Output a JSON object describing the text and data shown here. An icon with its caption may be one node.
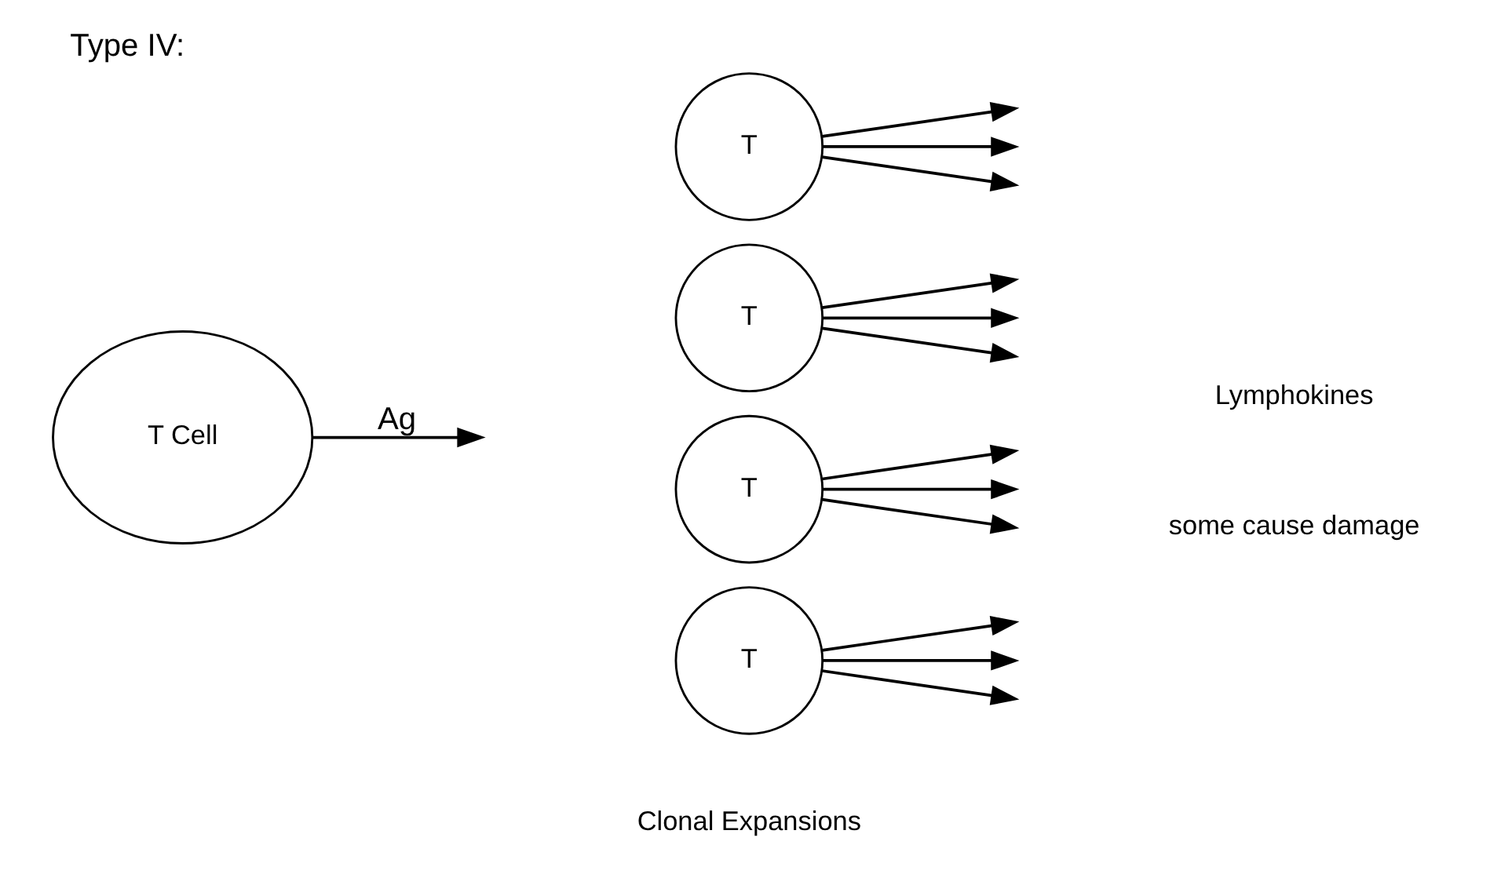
{
  "diagram": {
    "title": "Type IV:",
    "nodes": [
      {
        "text": [
          "T Cell"
        ]
      },
      {
        "text": [
          "T"
        ]
      },
      {
        "text": [
          "T"
        ]
      },
      {
        "text": [
          "T"
        ]
      },
      {
        "text": [
          "T"
        ]
      }
    ],
    "edges": [
      {
        "from": 0,
        "to": null,
        "arrow": "to",
        "label": "Ag"
      },
      {
        "from": 1,
        "to": null,
        "arrow": "to"
      },
      {
        "from": 1,
        "to": null,
        "arrow": "to"
      },
      {
        "from": 1,
        "to": null,
        "arrow": "to"
      },
      {
        "from": 2,
        "to": null,
        "arrow": "to"
      },
      {
        "from": 2,
        "to": null,
        "arrow": "to"
      },
      {
        "from": 2,
        "to": null,
        "arrow": "to"
      },
      {
        "from": 3,
        "to": null,
        "arrow": "to"
      },
      {
        "from": 3,
        "to": null,
        "arrow": "to"
      },
      {
        "from": 3,
        "to": null,
        "arrow": "to"
      },
      {
        "from": 4,
        "to": null,
        "arrow": "to"
      },
      {
        "from": 4,
        "to": null,
        "arrow": "to"
      },
      {
        "from": 4,
        "to": null,
        "arrow": "to"
      }
    ],
    "labels": [
      "Lymphokines",
      "some cause damage",
      "Clonal Expansions"
    ]
  }
}
